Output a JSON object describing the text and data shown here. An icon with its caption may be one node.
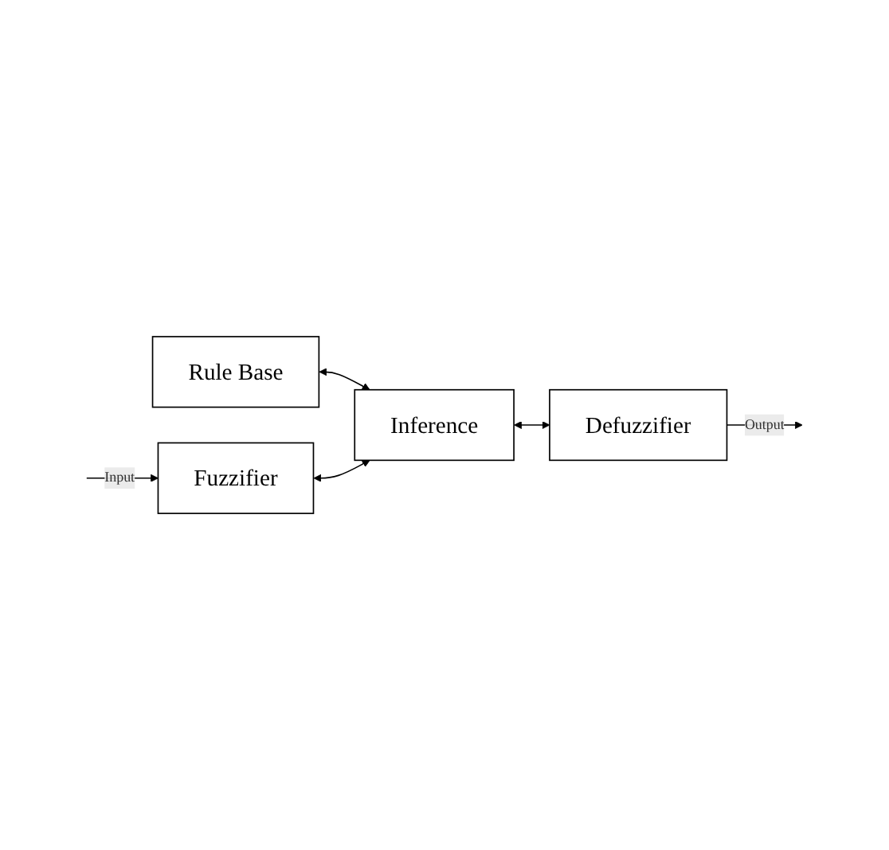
{
  "diagram": {
    "nodes": [
      {
        "text": [
          "Rule Base"
        ]
      },
      {
        "text": [
          "Fuzzifier"
        ]
      },
      {
        "text": [
          "Inference"
        ]
      },
      {
        "text": [
          "Defuzzifier"
        ]
      }
    ],
    "edges": [
      {
        "from": 0,
        "to": 2,
        "arrow": "both"
      },
      {
        "from": null,
        "to": 1,
        "arrow": "to",
        "label": "Input"
      },
      {
        "from": 1,
        "to": 2,
        "arrow": "both"
      },
      {
        "from": 2,
        "to": 3,
        "arrow": "both"
      },
      {
        "from": 3,
        "to": null,
        "arrow": "to",
        "label": "Output"
      }
    ]
  }
}
